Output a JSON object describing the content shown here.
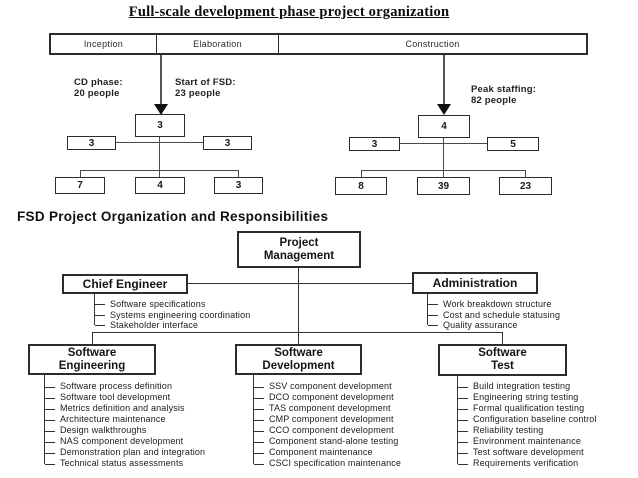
{
  "title": "Full-scale development phase project organization",
  "colors": {
    "background": "#ffffff",
    "ink": "#151515",
    "line": "#3a3a3a"
  },
  "staffing": {
    "phases": [
      "Inception",
      "Elaboration",
      "Construction"
    ],
    "annotations": [
      {
        "line1": "CD phase:",
        "line2": "20 people"
      },
      {
        "line1": "Start of FSD:",
        "line2": "23 people"
      },
      {
        "line1": "Peak staffing:",
        "line2": "82 people"
      }
    ],
    "left_tree": {
      "root": "3",
      "mid": [
        "3",
        "3"
      ],
      "leaves": [
        "7",
        "4",
        "3"
      ]
    },
    "right_tree": {
      "root": "4",
      "mid": [
        "3",
        "5"
      ],
      "leaves": [
        "8",
        "39",
        "23"
      ]
    }
  },
  "org": {
    "heading": "FSD Project Organization and Responsibilities",
    "project_management": {
      "line1": "Project",
      "line2": "Management"
    },
    "chief_engineer": {
      "label": "Chief Engineer",
      "responsibilities": [
        "Software specifications",
        "Systems engineering coordination",
        "Stakeholder interface"
      ]
    },
    "administration": {
      "label": "Administration",
      "responsibilities": [
        "Work breakdown structure",
        "Cost and schedule statusing",
        "Quality assurance"
      ]
    },
    "software_engineering": {
      "line1": "Software",
      "line2": "Engineering",
      "responsibilities": [
        "Software process definition",
        "Software tool development",
        "Metrics definition and analysis",
        "Architecture maintenance",
        "Design walkthroughs",
        "NAS component development",
        "Demonstration plan and integration",
        "Technical status assessments"
      ]
    },
    "software_development": {
      "line1": "Software",
      "line2": "Development",
      "responsibilities": [
        "SSV component development",
        "DCO component development",
        "TAS component development",
        "CMP component development",
        "CCO component development",
        "Component stand-alone testing",
        "Component maintenance",
        "CSCI specification maintenance"
      ]
    },
    "software_test": {
      "line1": "Software",
      "line2": "Test",
      "responsibilities": [
        "Build integration testing",
        "Engineering string testing",
        "Formal qualification testing",
        "Configuration baseline control",
        "Reliability testing",
        "Environment maintenance",
        "Test software development",
        "Requirements verification"
      ]
    }
  }
}
